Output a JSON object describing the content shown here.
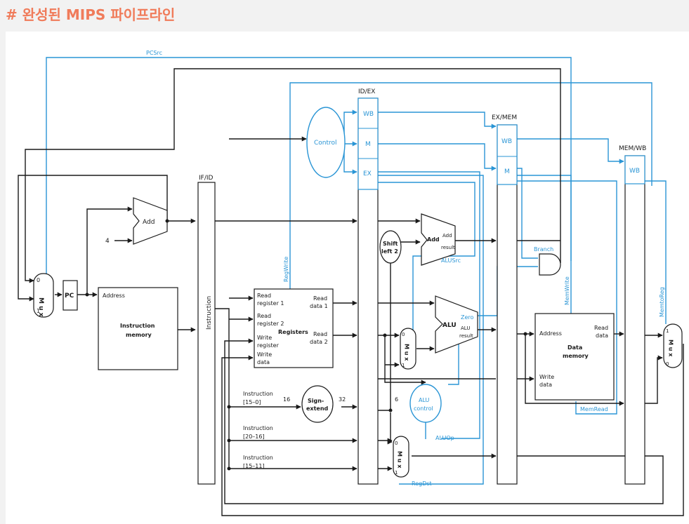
{
  "page": {
    "heading": "# 완성된 MIPS 파이프라인"
  },
  "colors": {
    "heading": "#f07b5a",
    "control": "#2a95d5",
    "datapath": "#1a1a1a"
  },
  "pipeline_registers": {
    "ifid": "IF/ID",
    "idex": "ID/EX",
    "exmem": "EX/MEM",
    "memwb": "MEM/WB"
  },
  "stage_fields": {
    "wb": "WB",
    "m": "M",
    "ex": "EX"
  },
  "blocks": {
    "control": "Control",
    "pc": "PC",
    "add": "Add",
    "four": "4",
    "instr_mem_l1": "Instruction",
    "instr_mem_l2": "memory",
    "address": "Address",
    "instruction": "Instruction",
    "registers": "Registers",
    "read_reg1_a": "Read",
    "read_reg1_b": "register 1",
    "read_reg2_a": "Read",
    "read_reg2_b": "register 2",
    "write_reg_a": "Write",
    "write_reg_b": "register",
    "write_data_a": "Write",
    "write_data_b": "data",
    "read_data1_a": "Read",
    "read_data1_b": "data 1",
    "read_data2_a": "Read",
    "read_data2_b": "data 2",
    "shift_l1": "Shift",
    "shift_l2": "left 2",
    "add2": "Add",
    "add2_result_a": "Add",
    "add2_result_b": "result",
    "alu": "ALU",
    "zero": "Zero",
    "alu_result_a": "ALU",
    "alu_result_b": "result",
    "alu_control_a": "ALU",
    "alu_control_b": "control",
    "sign_ext_a": "Sign-",
    "sign_ext_b": "extend",
    "bits16": "16",
    "bits32": "32",
    "bits6": "6",
    "instr_15_0_a": "Instruction",
    "instr_15_0_b": "[15–0]",
    "instr_20_16_a": "Instruction",
    "instr_20_16_b": "[20–16]",
    "instr_15_11_a": "Instruction",
    "instr_15_11_b": "[15–11]",
    "dm_address": "Address",
    "dm_read_a": "Read",
    "dm_read_b": "data",
    "dm_title_a": "Data",
    "dm_title_b": "memory",
    "dm_write_a": "Write",
    "dm_write_b": "data",
    "mux": "M u x",
    "mux_0": "0",
    "mux_1": "1"
  },
  "signals": {
    "pcsrc": "PCSrc",
    "regwrite": "RegWrite",
    "branch": "Branch",
    "memwrite": "MemWrite",
    "memread": "MemRead",
    "memtoreg": "MemtoReg",
    "alusrc": "ALUSrc",
    "aluop": "ALUOp",
    "regdst": "RegDst"
  }
}
